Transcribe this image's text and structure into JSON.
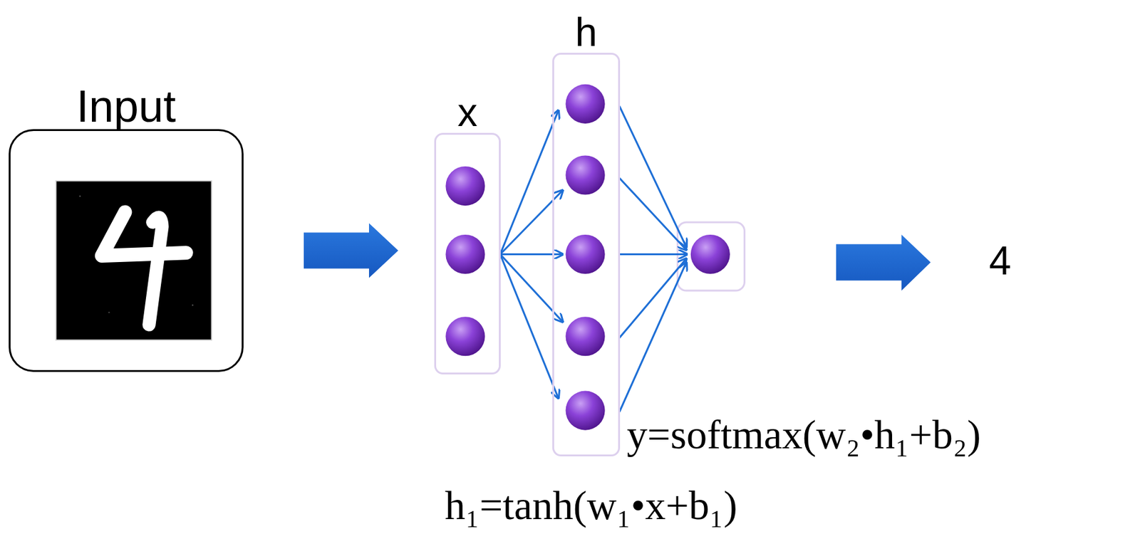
{
  "diagram": {
    "nodes": [
      {
        "text": [
          "Input"
        ]
      },
      {
        "text": [
          "x"
        ]
      },
      {
        "text": [
          "h"
        ]
      }
    ],
    "edges": [
      {
        "from": 0,
        "to": 1,
        "arrow": "to"
      }
    ],
    "labels": [
      "4",
      "y=softmax(w₂•h₁+b₂)",
      "h₁=tanh(w₁•x+b₁)"
    ]
  }
}
